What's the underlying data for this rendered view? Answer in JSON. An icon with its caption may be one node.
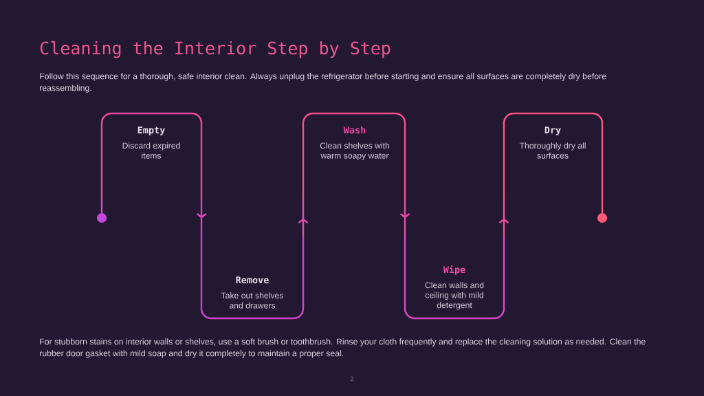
{
  "diagram": {
    "title": "Cleaning the Interior Step by Step",
    "nodes": [
      {
        "text": [],
        "shape": "circle"
      },
      {
        "text": [
          "Empty",
          "Discard expired items"
        ]
      },
      {
        "text": [
          "Remove",
          "Take out shelves and drawers"
        ]
      },
      {
        "text": [
          "Wash",
          "Clean shelves with warm soapy water"
        ]
      },
      {
        "text": [
          "Wipe",
          "Clean walls and ceiling with mild detergent"
        ]
      },
      {
        "text": [
          "Dry",
          "Thoroughly dry all surfaces"
        ]
      },
      {
        "text": [],
        "shape": "circle"
      }
    ],
    "edges": [
      {
        "from": 0,
        "to": 1,
        "arrow": "none"
      },
      {
        "from": 1,
        "to": 2,
        "arrow": "to"
      },
      {
        "from": 2,
        "to": 3,
        "arrow": "to"
      },
      {
        "from": 3,
        "to": 4,
        "arrow": "to"
      },
      {
        "from": 4,
        "to": 5,
        "arrow": "to"
      },
      {
        "from": 5,
        "to": 6,
        "arrow": "none"
      }
    ],
    "labels": [
      "Follow this sequence for a thorough, safe interior clean. Always unplug the refrigerator before starting and ensure all surfaces are completely dry before reassembling.",
      "For stubborn stains on interior walls or shelves, use a soft brush or toothbrush. Rinse your cloth frequently and replace the cleaning solution as needed. Clean the rubber door gasket with mild soap and dry it completely to maintain a proper seal.",
      "2"
    ]
  }
}
